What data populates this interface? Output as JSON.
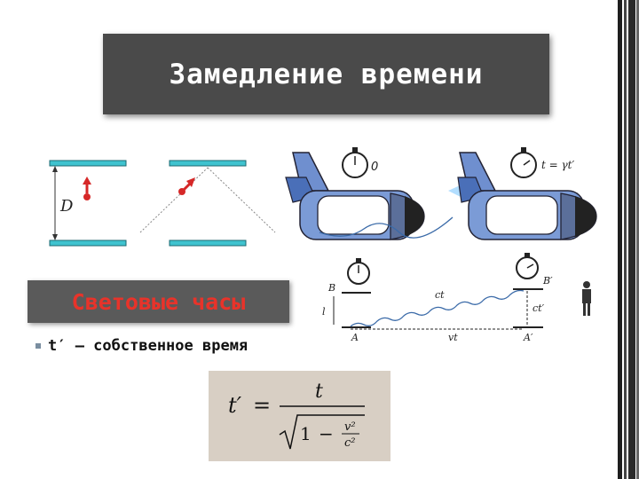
{
  "title": "Замедление времени",
  "subtitle": "Световые часы",
  "bullet": "t′ – собственное время",
  "diagram_labels": {
    "distance": "D",
    "clock_zero": "0",
    "clock_gamma": "t = γt′",
    "point_b": "B",
    "point_b_prime": "B′",
    "point_a": "A",
    "point_a_prime": "A′",
    "label_l": "l",
    "label_ct": "ct",
    "label_ct_prime": "ct′",
    "label_vt": "vt"
  },
  "formula": {
    "lhs": "t′",
    "eq": "=",
    "numerator": "t",
    "one": "1",
    "minus": "−",
    "v2": "v²",
    "c2": "c²"
  },
  "colors": {
    "title_bg": "#4a4a4a",
    "subtitle_text": "#e8332a",
    "mirror": "#3fc3cf",
    "photon": "#d62828",
    "plane_body": "#6f8fcf",
    "formula_bg": "#d8cfc4"
  }
}
